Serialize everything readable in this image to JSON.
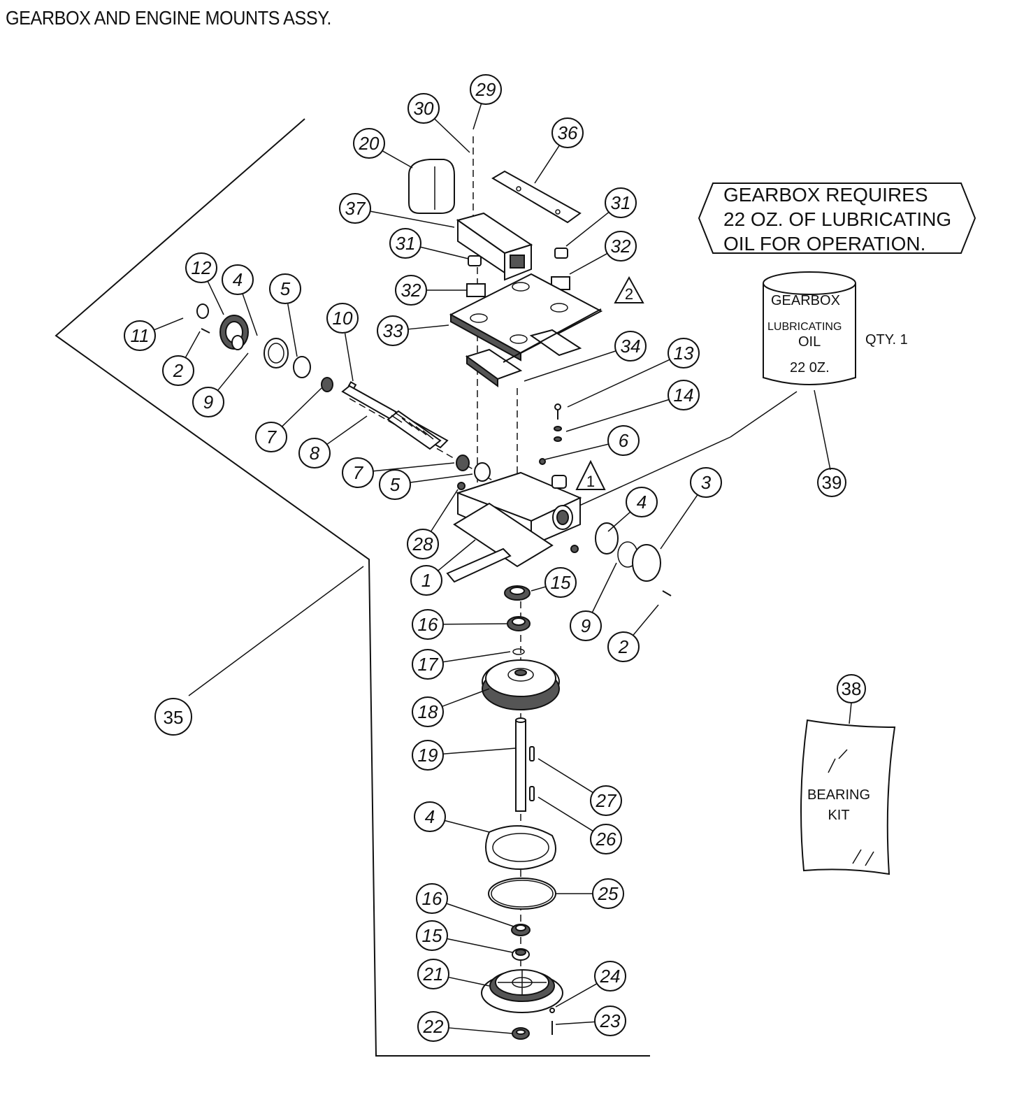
{
  "title": "GEARBOX AND ENGINE MOUNTS ASSY.",
  "note": {
    "lines": [
      "GEARBOX REQUIRES",
      "22 OZ. OF LUBRICATING",
      "OIL FOR OPERATION."
    ]
  },
  "oil_can": {
    "line1": "GEARBOX",
    "line2": "LUBRICATING",
    "line3": "OIL",
    "line4": "22 0Z.",
    "qty": "QTY. 1",
    "callout": "39"
  },
  "bearing_kit": {
    "line1": "BEARING",
    "line2": "KIT",
    "callout": "38"
  },
  "triangle_markers": [
    "1",
    "2"
  ],
  "frame_callout": "35",
  "callouts": [
    {
      "id": "29"
    },
    {
      "id": "30"
    },
    {
      "id": "20"
    },
    {
      "id": "36"
    },
    {
      "id": "37"
    },
    {
      "id": "31"
    },
    {
      "id": "31"
    },
    {
      "id": "32"
    },
    {
      "id": "32"
    },
    {
      "id": "33"
    },
    {
      "id": "34"
    },
    {
      "id": "13"
    },
    {
      "id": "14"
    },
    {
      "id": "6"
    },
    {
      "id": "12"
    },
    {
      "id": "4"
    },
    {
      "id": "5"
    },
    {
      "id": "11"
    },
    {
      "id": "2"
    },
    {
      "id": "9"
    },
    {
      "id": "10"
    },
    {
      "id": "7"
    },
    {
      "id": "8"
    },
    {
      "id": "7"
    },
    {
      "id": "5"
    },
    {
      "id": "28"
    },
    {
      "id": "1"
    },
    {
      "id": "4"
    },
    {
      "id": "3"
    },
    {
      "id": "9"
    },
    {
      "id": "2"
    },
    {
      "id": "15"
    },
    {
      "id": "16"
    },
    {
      "id": "17"
    },
    {
      "id": "18"
    },
    {
      "id": "19"
    },
    {
      "id": "27"
    },
    {
      "id": "26"
    },
    {
      "id": "4"
    },
    {
      "id": "25"
    },
    {
      "id": "16"
    },
    {
      "id": "15"
    },
    {
      "id": "21"
    },
    {
      "id": "24"
    },
    {
      "id": "22"
    },
    {
      "id": "23"
    }
  ]
}
